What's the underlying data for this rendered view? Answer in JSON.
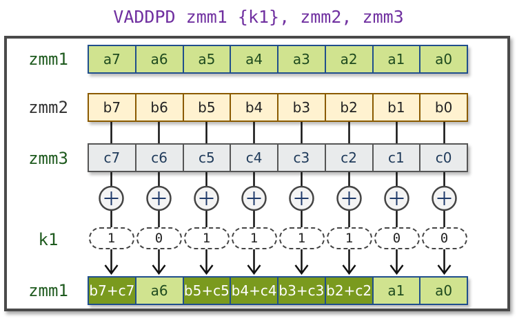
{
  "title": "VADDPD zmm1 {k1}, zmm2, zmm3",
  "labels": {
    "zmm1": "zmm1",
    "zmm2": "zmm2",
    "zmm3": "zmm3",
    "k1": "k1",
    "result": "zmm1"
  },
  "zmm1": [
    "a7",
    "a6",
    "a5",
    "a4",
    "a3",
    "a2",
    "a1",
    "a0"
  ],
  "zmm2": [
    "b7",
    "b6",
    "b5",
    "b4",
    "b3",
    "b2",
    "b1",
    "b0"
  ],
  "zmm3": [
    "c7",
    "c6",
    "c5",
    "c4",
    "c3",
    "c2",
    "c1",
    "c0"
  ],
  "k1": [
    "1",
    "0",
    "1",
    "1",
    "1",
    "1",
    "0",
    "0"
  ],
  "result": [
    "b7+c7",
    "a6",
    "b5+c5",
    "b4+c4",
    "b3+c3",
    "b2+c2",
    "a1",
    "a0"
  ],
  "colors": {
    "title": "#7030a0",
    "label": "#1e5a1e",
    "active": "#7a9a1e",
    "inactive": "#d0e38f"
  }
}
